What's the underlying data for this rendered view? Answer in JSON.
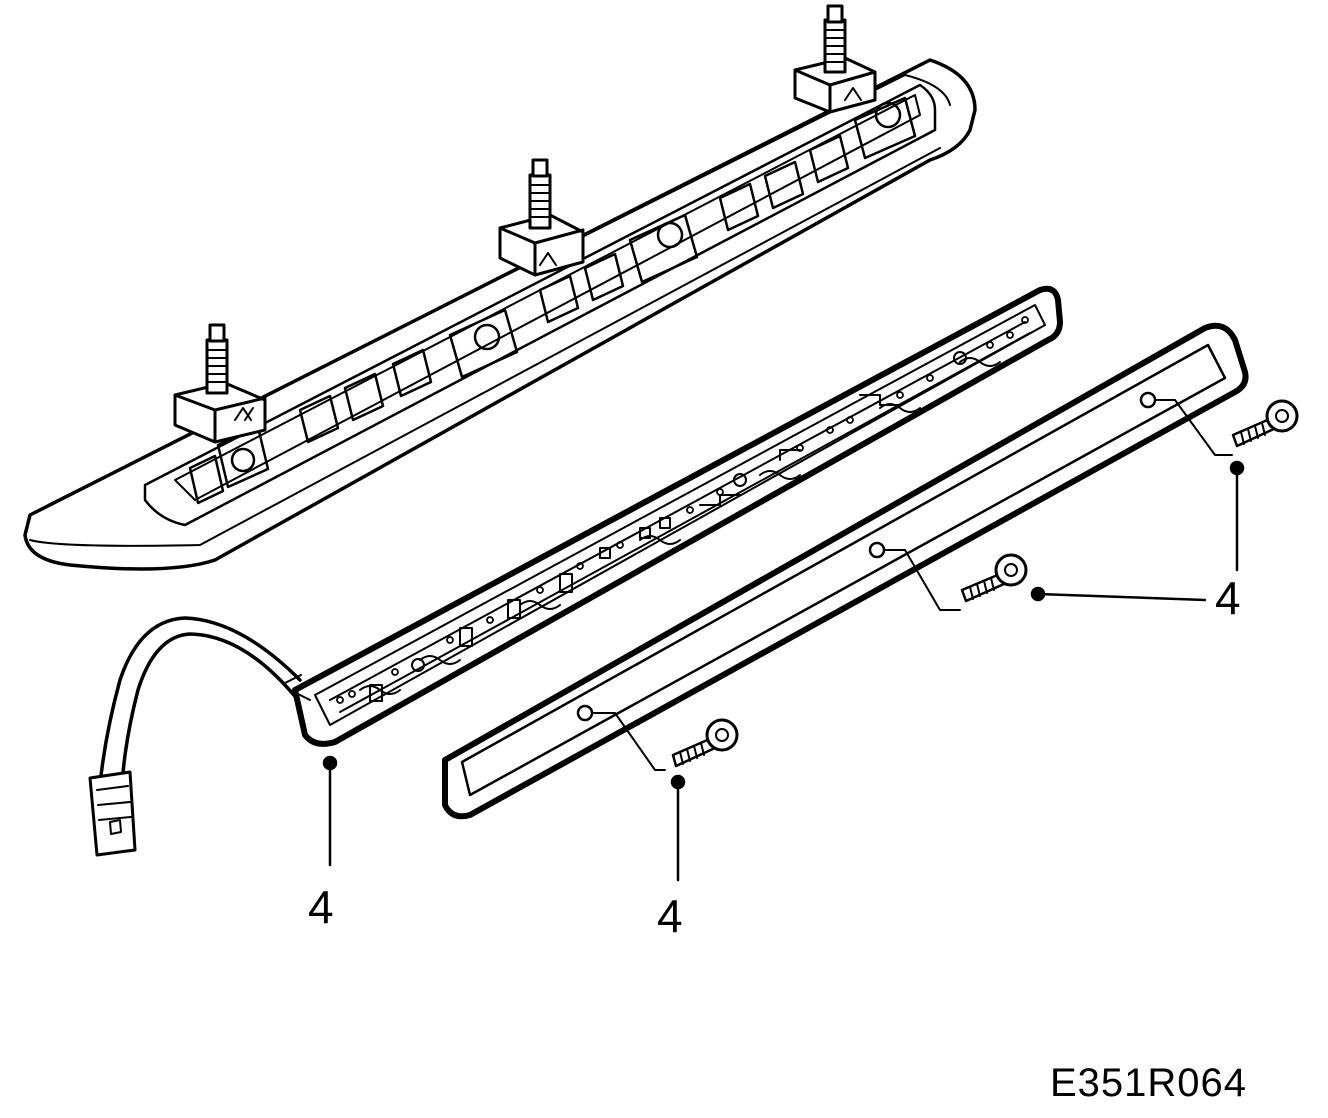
{
  "diagram": {
    "callouts": [
      "4",
      "4",
      "4"
    ],
    "figure_code": "E351R064"
  },
  "colors": {
    "ink": "#000000",
    "paper": "#ffffff"
  }
}
